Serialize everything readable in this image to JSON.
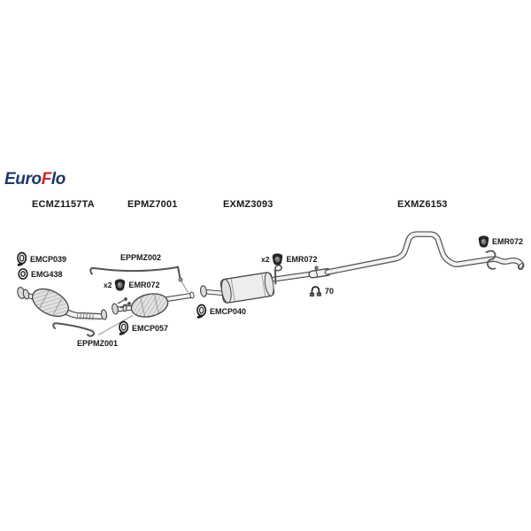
{
  "logo": {
    "euro": "Euro",
    "f": "F",
    "lo": "lo"
  },
  "sections": [
    {
      "label": "ECMZ1157TA"
    },
    {
      "label": "EPMZ7001"
    },
    {
      "label": "EXMZ3093"
    },
    {
      "label": "EXMZ6153"
    }
  ],
  "parts": {
    "emcp039": {
      "label": "EMCP039"
    },
    "emg438": {
      "label": "EMG438"
    },
    "eppmz002": {
      "label": "EPPMZ002"
    },
    "emr072_front": {
      "qty": "x2",
      "label": "EMR072"
    },
    "emr072_mid": {
      "qty": "x2",
      "label": "EMR072"
    },
    "emr072_rear": {
      "label": "EMR072"
    },
    "emcp040": {
      "label": "EMCP040"
    },
    "emcp057": {
      "label": "EMCP057"
    },
    "eppmz001": {
      "label": "EPPMZ001"
    },
    "clamp70": {
      "label": "70"
    }
  },
  "colors": {
    "logo_navy": "#1e3868",
    "logo_red": "#c9272c",
    "ink": "#161616",
    "line": "#4c4c4c"
  }
}
